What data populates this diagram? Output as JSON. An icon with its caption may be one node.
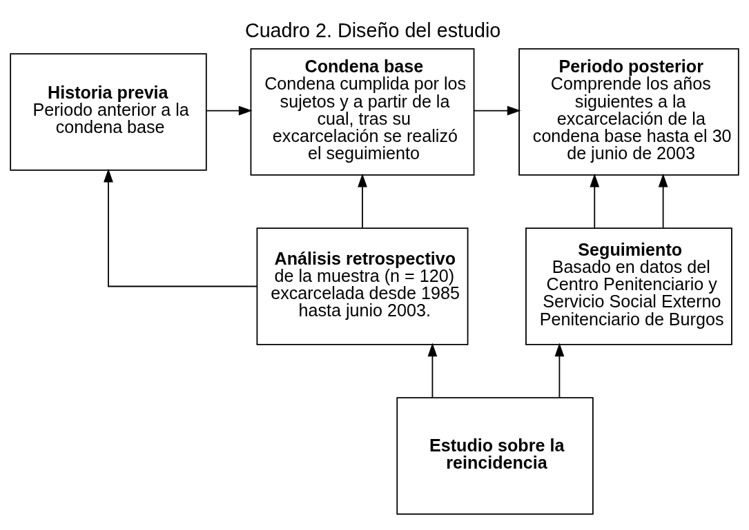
{
  "diagram": {
    "title": "Cuadro 2. Diseño del estudio",
    "nodes": [
      {
        "text": [
          "**Historia previa**.",
          "Periodo anterior a la condena base"
        ]
      },
      {
        "text": [
          "Condena base",
          "Condena cumplida por los sujetos y a partir de la cual, tras su excarcelación se realizó el seguimiento"
        ]
      },
      {
        "text": [
          "Periodo posterior",
          "Comprende los años siguientes a la excarcelación de la condena base hasta el 30 de junio de 2003"
        ]
      },
      {
        "text": [
          "**Análisis retrospectivo** de la muestra (n = 120) excarcelada desde 1985 hasta junio 2003."
        ]
      },
      {
        "text": [
          "Seguimiento",
          "Basado en datos del Centro Penitenciario y Servicio Social Externo Penitenciario de Burgos"
        ]
      },
      {
        "text": [
          "Estudio sobre la reincidencia"
        ]
      }
    ],
    "edges": [
      {
        "from": 0,
        "to": 1,
        "arrow": "to"
      },
      {
        "from": 1,
        "to": 2,
        "arrow": "to"
      },
      {
        "from": 3,
        "to": 0,
        "arrow": "to"
      },
      {
        "from": 3,
        "to": 1,
        "arrow": "to"
      },
      {
        "from": 4,
        "to": 2,
        "arrow": "to"
      },
      {
        "from": 4,
        "to": 2,
        "arrow": "to"
      },
      {
        "from": 5,
        "to": 3,
        "arrow": "to"
      },
      {
        "from": 5,
        "to": 4,
        "arrow": "to"
      }
    ]
  }
}
